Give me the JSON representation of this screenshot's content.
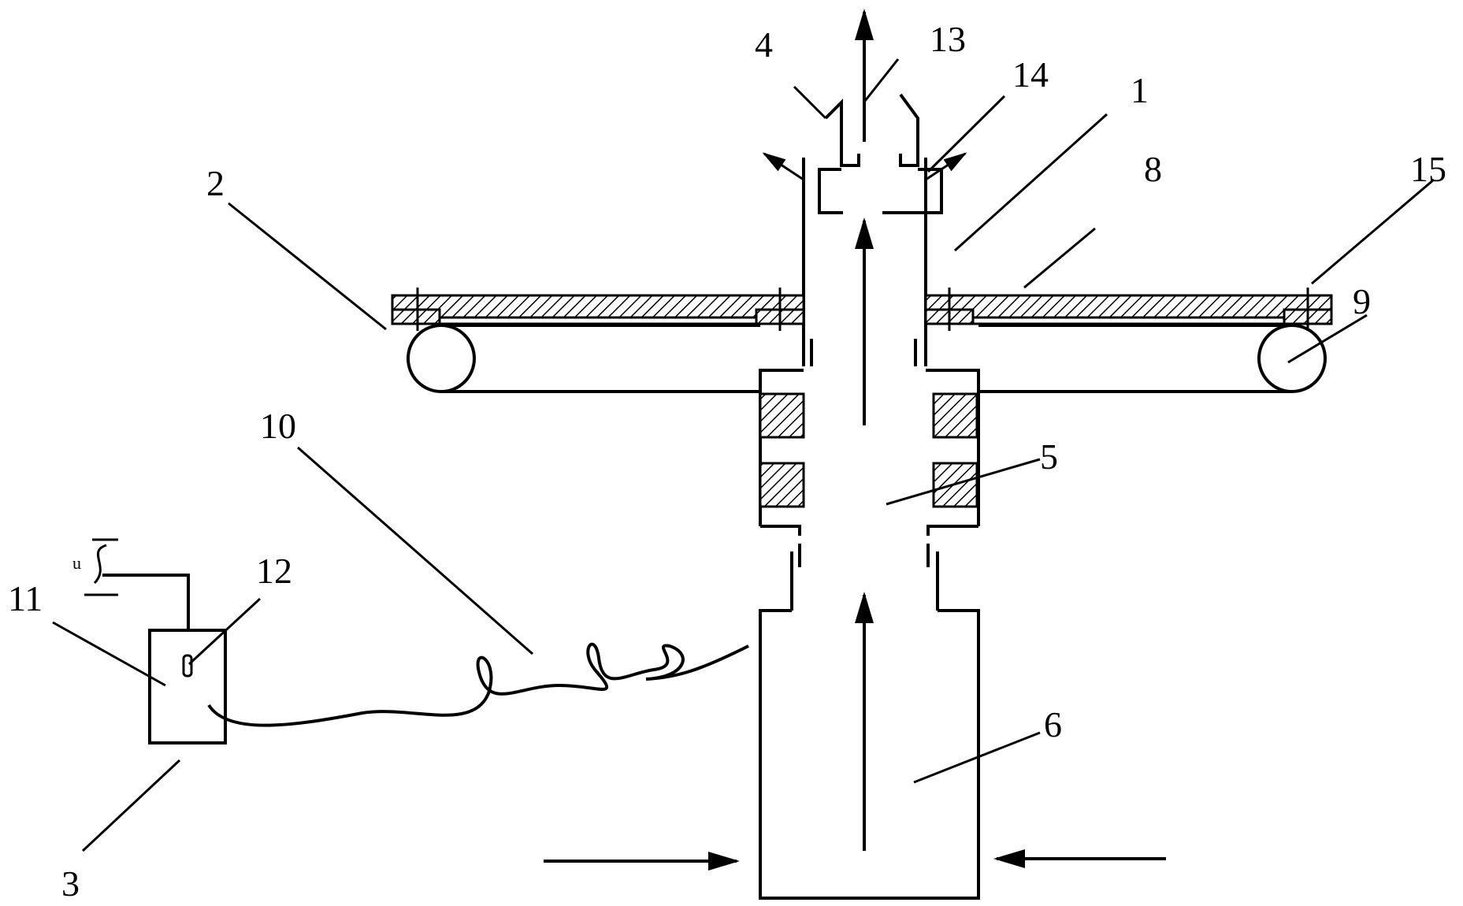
{
  "figure": {
    "labels": [
      "1",
      "2",
      "3",
      "4",
      "5",
      "6",
      "8",
      "9",
      "10",
      "11",
      "12",
      "13",
      "14",
      "15"
    ],
    "power_symbol": "u",
    "colors": {
      "line": "#000000",
      "background": "#ffffff"
    }
  }
}
